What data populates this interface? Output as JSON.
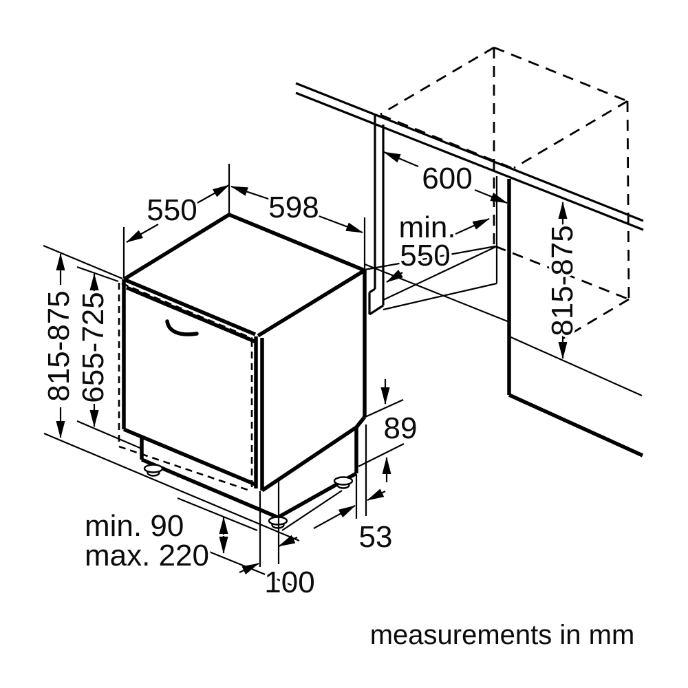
{
  "page": {
    "background": "#ffffff",
    "line_color": "#000000",
    "footer": "measurements in mm"
  },
  "labels": {
    "top_width": "550",
    "top_depth": "598",
    "niche_width": "600",
    "niche_depth_line1": "min.",
    "niche_depth_line2": "550",
    "niche_height": "815-875",
    "appliance_height": "815-875",
    "front_panel_height": "655-725",
    "base_rear_height": "89",
    "base_side_recess": "53",
    "base_front_recess": "100",
    "plinth_min": "min. 90",
    "plinth_max": "max. 220"
  }
}
